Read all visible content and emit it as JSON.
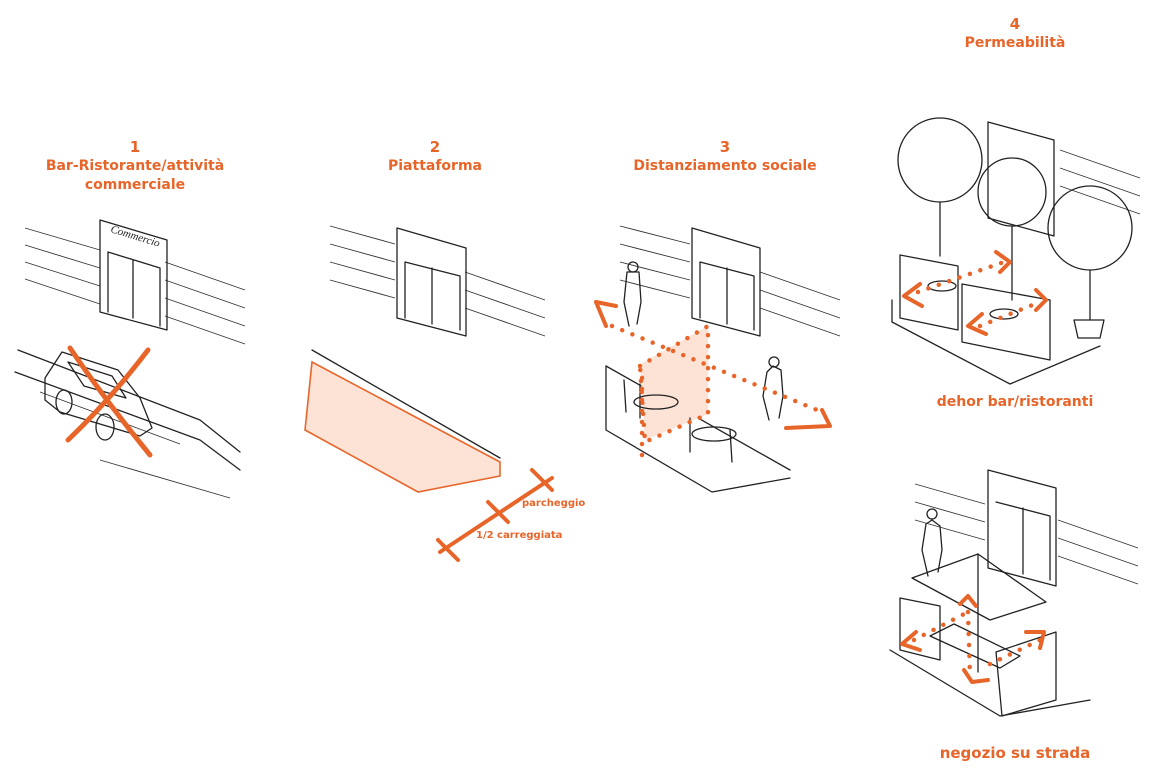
{
  "colors": {
    "accent": "#e8652a",
    "fill": "#fde3d6",
    "ink": "#222222"
  },
  "steps": [
    {
      "number": "1",
      "title": "Bar-Ristorante/attività commerciale",
      "sign": "Commercio"
    },
    {
      "number": "2",
      "title": "Piattaforma",
      "labels": {
        "parking": "parcheggio",
        "half_road": "1/2 carreggiata"
      }
    },
    {
      "number": "3",
      "title": "Distanziamento sociale"
    },
    {
      "number": "4",
      "title": "Permeabilità",
      "captions": [
        "dehor bar/ristoranti",
        "negozio su strada"
      ]
    }
  ]
}
